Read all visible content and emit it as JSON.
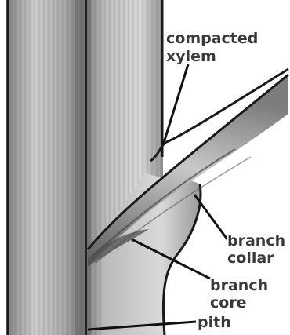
{
  "labels": {
    "compacted_xylem_line1": "compacted",
    "compacted_xylem_line2": "xylem",
    "branch_collar_line1": "branch",
    "branch_collar_line2": "collar",
    "branch_core_line1": "branch",
    "branch_core_line2": "core",
    "pith": "pith"
  },
  "colors": {
    "wood_light": "#d4d4d4",
    "wood_mid": "#9e9e9e",
    "wood_dark": "#5f5f5f",
    "outline": "#1a1a1a",
    "label_text": "#3a3a3a"
  }
}
